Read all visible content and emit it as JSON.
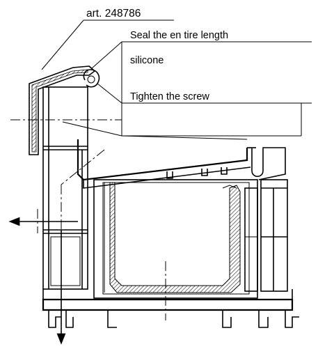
{
  "labels": {
    "article": "art. 248786",
    "seal": "Seal the en tire length",
    "silicone": "silicone",
    "screw": "Tighten the screw"
  },
  "colors": {
    "ink": "#000000",
    "paper": "#ffffff",
    "hatch": "#000000"
  }
}
